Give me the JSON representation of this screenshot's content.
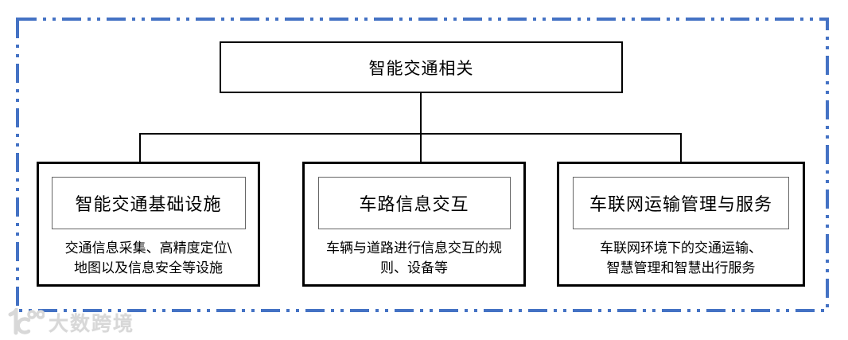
{
  "diagram": {
    "root": {
      "label": "智能交通相关"
    },
    "children": [
      {
        "title": "智能交通基础设施",
        "desc": "交通信息采集、高精度定位\\\n地图以及信息安全等设施"
      },
      {
        "title": "车路信息交互",
        "desc": "车辆与道路进行信息交互的规\n则、设备等"
      },
      {
        "title": "车联网运输管理与服务",
        "desc": "车联网环境下的交通运输、\n智慧管理和智慧出行服务"
      }
    ]
  },
  "watermark": {
    "text": "大数跨境",
    "logo_icon": "10100-logo-icon"
  },
  "colors": {
    "dashed_border": "#4472c4",
    "node_border": "#000000",
    "inner_box_border": "#666666",
    "watermark_gray": "#d8d8d8"
  }
}
